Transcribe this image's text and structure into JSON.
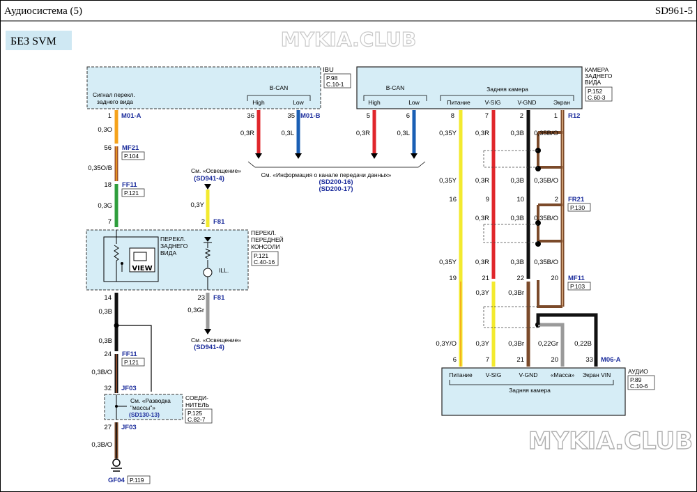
{
  "header": {
    "title": "Аудиосистема (5)",
    "code": "SD961-5"
  },
  "tag": "БЕЗ SVM",
  "watermark": "MYKIA.CLUB",
  "colors": {
    "box_fill": "#d6edf6",
    "orange": "#f5a21b",
    "green": "#2f9e3c",
    "red": "#e0262b",
    "blue": "#1a5fb4",
    "yellow": "#f3ea2e",
    "grey": "#9a9a9a",
    "black": "#111111",
    "brown": "#7b4a2a",
    "brown_orange": "#a0522d",
    "tag_bg": "#cfe8f3"
  },
  "ibu": {
    "name": "IBU",
    "ref_p": "P.98",
    "ref_c": "C.10-1",
    "signal_label_1": "Сигнал перекл.",
    "signal_label_2": "заднего вида",
    "bcan": "B-CAN",
    "high": "High",
    "low": "Low",
    "pins": {
      "signal": "1",
      "high": "36",
      "low": "35"
    },
    "conn": "M01-A",
    "conn_b": "M01-B"
  },
  "camera": {
    "title_1": "КАМЕРА",
    "title_2": "ЗАДНЕГО",
    "title_3": "ВИДА",
    "ref_p": "P.152",
    "ref_c": "C.60-3",
    "bcan": "B-CAN",
    "high": "High",
    "low": "Low",
    "inner_title": "Задняя камера",
    "pin_labels": [
      "Питание",
      "V-SIG",
      "V-GND",
      "Экран"
    ],
    "pins": {
      "high": "5",
      "low": "6",
      "power": "8",
      "vsig": "7",
      "vgnd": "2",
      "shield": "1"
    },
    "conn": "R12"
  },
  "bcan_note": {
    "text": "См. «Информация о канале передачи данных»",
    "ref1": "(SD200-16)",
    "ref2": "(SD200-17)"
  },
  "wires": {
    "w_03o": "0,3O",
    "w_035ob": "0,35O/B",
    "w_03g": "0,3G",
    "w_03b": "0,3B",
    "w_03bo": "0,3B/O",
    "w_03r": "0,3R",
    "w_03l": "0,3L",
    "w_03y": "0,3Y",
    "w_03gr": "0,3Gr",
    "w_035y": "0,35Y",
    "w_035bo": "0,35B/O",
    "w_03yo": "0,3Y/O",
    "w_03br": "0,3Br",
    "w_022gr": "0,22Gr",
    "w_022b": "0,22B"
  },
  "connectors": {
    "mf21": "MF21",
    "mf21_ref": "P.104",
    "mf21_pin_a": "56",
    "ff11": "FF11",
    "ff11_ref": "P.121",
    "ff11_pin_a": "18",
    "ff11_pin_b": "24",
    "f81": "F81",
    "f81_pin_a": "2",
    "f81_pin_b": "23",
    "fr21": "FR21",
    "fr21_ref": "P.130",
    "mf11": "MF11",
    "mf11_ref": "P.103",
    "jf03": "JF03",
    "jf03_pin_a": "32",
    "jf03_pin_b": "27",
    "gf04": "GF04",
    "gf04_ref": "P.119",
    "m06a": "M06-A"
  },
  "pins_chain": {
    "sw_in": "7",
    "sw_out": "14",
    "fr21_pins": [
      "16",
      "9",
      "10",
      "2"
    ],
    "mf11_pins": [
      "19",
      "21",
      "22",
      "20"
    ],
    "audio_pins": [
      "6",
      "7",
      "21",
      "20",
      "33"
    ]
  },
  "switch": {
    "title_1": "ПЕРЕКЛ.",
    "title_2": "ЗАДНЕГО",
    "title_3": "ВИДА",
    "view": "VIEW",
    "console_1": "ПЕРЕКЛ.",
    "console_2": "ПЕРЕДНЕЙ",
    "console_3": "КОНСОЛИ",
    "ref_p": "P.121",
    "ref_c": "C.40-16",
    "ill": "ILL."
  },
  "lighting": {
    "see": "См. «Освещение»",
    "ref": "(SD941-4)"
  },
  "joint": {
    "title_1": "СОЕДИ-",
    "title_2": "НИТЕЛЬ",
    "see_1": "См. «Разводка",
    "see_2": "\"массы\"»",
    "ref": "(SD130-13)",
    "ref_p": "P.125",
    "ref_c": "C.82-7"
  },
  "audio": {
    "name": "АУДИО",
    "ref_p": "P.89",
    "ref_c": "C.10-6",
    "pin_labels": [
      "Питание",
      "V-SIG",
      "V-GND",
      "«Масса»",
      "Экран VIN"
    ],
    "inner_title": "Задняя камера"
  }
}
